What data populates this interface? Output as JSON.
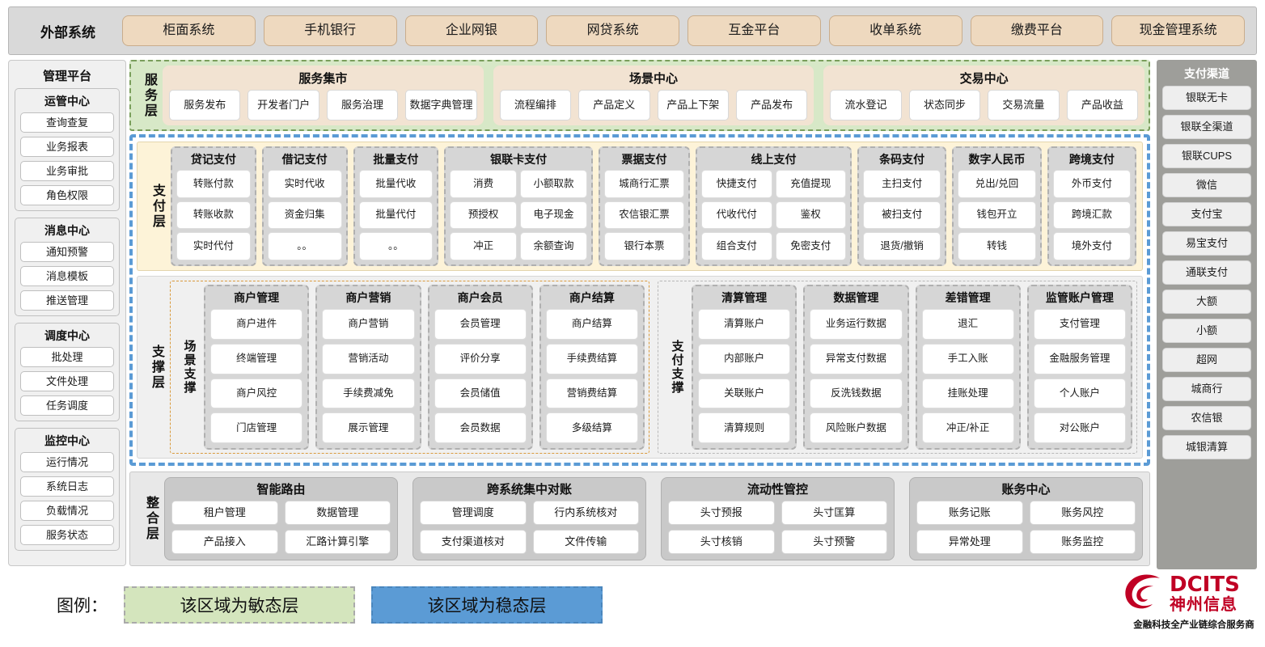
{
  "external": {
    "title": "外部系统",
    "items": [
      "柜面系统",
      "手机银行",
      "企业网银",
      "网贷系统",
      "互金平台",
      "收单系统",
      "缴费平台",
      "现金管理系统"
    ]
  },
  "management": {
    "title": "管理平台",
    "groups": [
      {
        "title": "运管中心",
        "items": [
          "查询查复",
          "业务报表",
          "业务审批",
          "角色权限"
        ]
      },
      {
        "title": "消息中心",
        "items": [
          "通知预警",
          "消息模板",
          "推送管理"
        ]
      },
      {
        "title": "调度中心",
        "items": [
          "批处理",
          "文件处理",
          "任务调度"
        ]
      },
      {
        "title": "监控中心",
        "items": [
          "运行情况",
          "系统日志",
          "负载情况",
          "服务状态"
        ]
      }
    ]
  },
  "channels": {
    "title": "支付渠道",
    "items": [
      "银联无卡",
      "银联全渠道",
      "银联CUPS",
      "微信",
      "支付宝",
      "易宝支付",
      "通联支付",
      "大额",
      "小额",
      "超网",
      "城商行",
      "农信银",
      "城银清算"
    ]
  },
  "service_layer": {
    "label": "服务层",
    "cards": [
      {
        "title": "服务集市",
        "items": [
          "服务发布",
          "开发者门户",
          "服务治理",
          "数据字典管理"
        ]
      },
      {
        "title": "场景中心",
        "items": [
          "流程编排",
          "产品定义",
          "产品上下架",
          "产品发布"
        ]
      },
      {
        "title": "交易中心",
        "items": [
          "流水登记",
          "状态同步",
          "交易流量",
          "产品收益"
        ]
      }
    ]
  },
  "payment_layer": {
    "label": "支付层",
    "columns": [
      {
        "title": "贷记支付",
        "cols": 1,
        "flex": 1.0,
        "items": [
          "转账付款",
          "转账收款",
          "实时代付"
        ]
      },
      {
        "title": "借记支付",
        "cols": 1,
        "flex": 1.0,
        "items": [
          "实时代收",
          "资金归集",
          "。。"
        ]
      },
      {
        "title": "批量支付",
        "cols": 1,
        "flex": 1.0,
        "items": [
          "批量代收",
          "批量代付",
          "。。"
        ]
      },
      {
        "title": "银联卡支付",
        "cols": 2,
        "flex": 1.85,
        "items": [
          "消费",
          "小额取款",
          "预授权",
          "电子现金",
          "冲正",
          "余额查询"
        ]
      },
      {
        "title": "票据支付",
        "cols": 1,
        "flex": 1.08,
        "items": [
          "城商行汇票",
          "农信银汇票",
          "银行本票"
        ]
      },
      {
        "title": "线上支付",
        "cols": 2,
        "flex": 1.95,
        "items": [
          "快捷支付",
          "充值提现",
          "代收代付",
          "鉴权",
          "组合支付",
          "免密支付"
        ]
      },
      {
        "title": "条码支付",
        "cols": 1,
        "flex": 1.05,
        "items": [
          "主扫支付",
          "被扫支付",
          "退货/撤销"
        ]
      },
      {
        "title": "数字人民币",
        "cols": 1,
        "flex": 1.05,
        "items": [
          "兑出/兑回",
          "钱包开立",
          "转钱"
        ]
      },
      {
        "title": "跨境支付",
        "cols": 1,
        "flex": 1.05,
        "items": [
          "外币支付",
          "跨境汇款",
          "境外支付"
        ]
      }
    ]
  },
  "support_layer": {
    "label": "支撑层",
    "zones": [
      {
        "label": "场景支撑",
        "kind": "scene",
        "columns": [
          {
            "title": "商户管理",
            "items": [
              "商户进件",
              "终端管理",
              "商户风控",
              "门店管理"
            ]
          },
          {
            "title": "商户营销",
            "items": [
              "商户营销",
              "营销活动",
              "手续费减免",
              "展示管理"
            ]
          },
          {
            "title": "商户会员",
            "items": [
              "会员管理",
              "评价分享",
              "会员储值",
              "会员数据"
            ]
          },
          {
            "title": "商户结算",
            "items": [
              "商户结算",
              "手续费结算",
              "营销费结算",
              "多级结算"
            ]
          }
        ]
      },
      {
        "label": "支付支撑",
        "kind": "paysup",
        "columns": [
          {
            "title": "清算管理",
            "items": [
              "清算账户",
              "内部账户",
              "关联账户",
              "清算规则"
            ]
          },
          {
            "title": "数据管理",
            "items": [
              "业务运行数据",
              "异常支付数据",
              "反洗钱数据",
              "风险账户数据"
            ]
          },
          {
            "title": "差错管理",
            "items": [
              "退汇",
              "手工入账",
              "挂账处理",
              "冲正/补正"
            ]
          },
          {
            "title": "监管账户管理",
            "items": [
              "支付管理",
              "金融服务管理",
              "个人账户",
              "对公账户"
            ]
          }
        ]
      }
    ]
  },
  "integration_layer": {
    "label": "整合层",
    "cards": [
      {
        "title": "智能路由",
        "items": [
          "租户管理",
          "数据管理",
          "产品接入",
          "汇路计算引擎"
        ]
      },
      {
        "title": "跨系统集中对账",
        "items": [
          "管理调度",
          "行内系统核对",
          "支付渠道核对",
          "文件传输"
        ]
      },
      {
        "title": "流动性管控",
        "items": [
          "头寸预报",
          "头寸匡算",
          "头寸核销",
          "头寸预警"
        ]
      },
      {
        "title": "账务中心",
        "items": [
          "账务记账",
          "账务风控",
          "异常处理",
          "账务监控"
        ]
      }
    ]
  },
  "legend": {
    "label": "图例：",
    "agile": "该区域为敏态层",
    "stable": "该区域为稳态层"
  },
  "logo": {
    "en": "DCITS",
    "cn": "神州信息",
    "tagline": "金融科技全产业链综合服务商"
  },
  "colors": {
    "agile_green": "#d4e5bd",
    "stable_blue": "#5b9bd5",
    "external_chip": "#eed9bf",
    "payment_bg": "#fdf3d8",
    "brand_red": "#c00024"
  }
}
